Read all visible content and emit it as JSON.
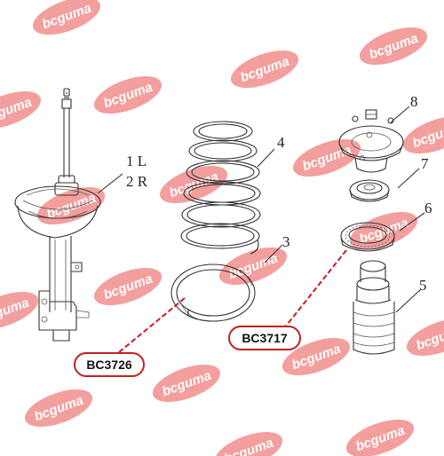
{
  "watermark": {
    "text": "bcguma",
    "color": "#e8504f"
  },
  "labels": {
    "p1": "1 L",
    "p2": "2 R",
    "p3": "3",
    "p4": "4",
    "p5": "5",
    "p6": "6",
    "p7": "7",
    "p8": "8"
  },
  "callouts": {
    "spring_seat_code": "BC3726",
    "bearing_code": "BC3717",
    "color": "#c41e1e"
  }
}
